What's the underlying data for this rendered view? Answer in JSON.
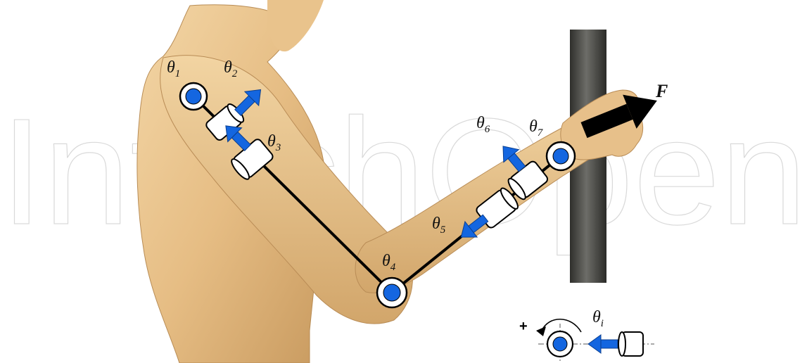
{
  "watermark": "IntechOpen",
  "joints": [
    {
      "symbol": "θ",
      "sub": "1"
    },
    {
      "symbol": "θ",
      "sub": "2"
    },
    {
      "symbol": "θ",
      "sub": "3"
    },
    {
      "symbol": "θ",
      "sub": "4"
    },
    {
      "symbol": "θ",
      "sub": "5"
    },
    {
      "symbol": "θ",
      "sub": "6"
    },
    {
      "symbol": "θ",
      "sub": "7"
    }
  ],
  "force_label": "F",
  "legend": {
    "sign": "+",
    "symbol": "θ",
    "sub": "i"
  },
  "colors": {
    "skin": "#e8c48e",
    "skin_shadow": "#c99d63",
    "joint_blue": "#1466e0",
    "bar": "#4a4a46",
    "link": "#000000"
  }
}
